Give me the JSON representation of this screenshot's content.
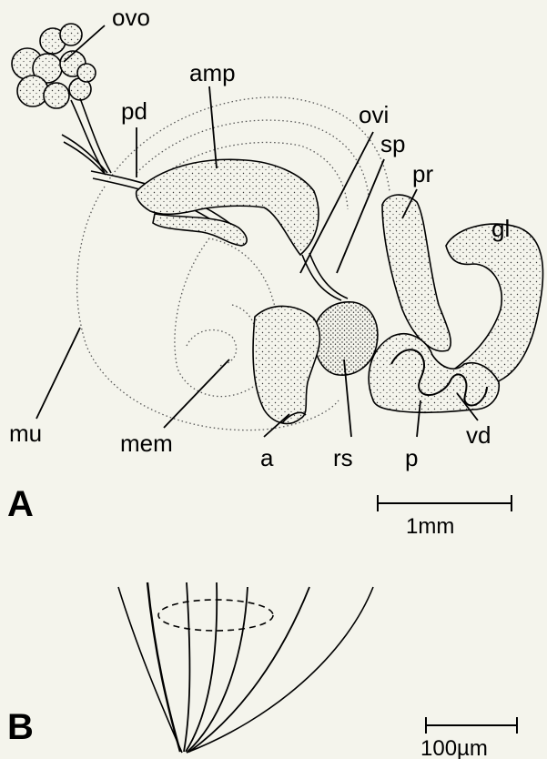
{
  "figure": {
    "panel_a": "A",
    "panel_b": "B",
    "labels": {
      "ovo": "ovo",
      "pd": "pd",
      "amp": "amp",
      "ovi": "ovi",
      "sp": "sp",
      "pr": "pr",
      "gl": "gl",
      "mu": "mu",
      "mem": "mem",
      "a": "a",
      "rs": "rs",
      "p": "p",
      "vd": "vd"
    },
    "scale_a": "1mm",
    "scale_b": "100µm"
  }
}
